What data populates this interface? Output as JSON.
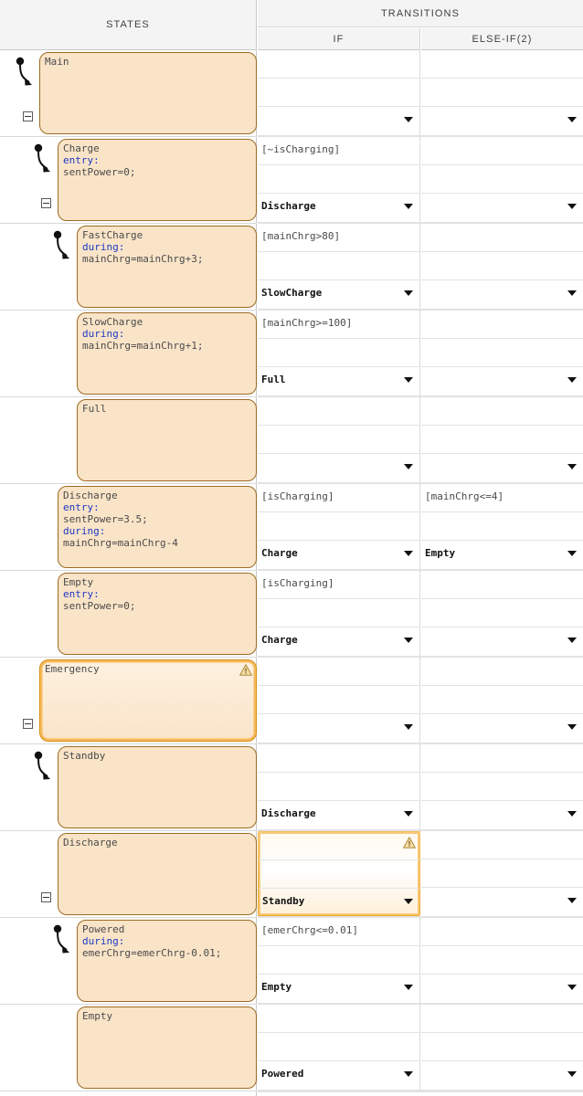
{
  "header": {
    "states_label": "STATES",
    "transitions_label": "TRANSITIONS",
    "if_label": "IF",
    "elseif_label": "ELSE-IF(2)"
  },
  "colors": {
    "state_fill": "#fae4c8",
    "state_border": "#9c6b24",
    "selected_border": "#eda424",
    "keyword": "#1b39c4",
    "header_bg": "#f4f4f4"
  },
  "icons": {
    "warning": "warning-triangle-icon",
    "collapse": "collapse-minus-icon",
    "default_transition": "default-transition-arrow-icon",
    "dropdown": "chevron-down-icon"
  },
  "rows": [
    {
      "name": "Main",
      "level": 1,
      "actions": [],
      "has_default_transition": true,
      "has_collapse": true,
      "selected": false,
      "warning": false,
      "transitions": {
        "if": {
          "condition": "",
          "action": "",
          "destination": "",
          "selected": false,
          "warning": false
        },
        "elseif": {
          "condition": "",
          "action": "",
          "destination": "",
          "selected": false,
          "warning": false
        }
      }
    },
    {
      "name": "Charge",
      "level": 2,
      "actions": [
        {
          "keyword": "entry:",
          "body": "sentPower=0;"
        }
      ],
      "has_default_transition": true,
      "has_collapse": true,
      "selected": false,
      "warning": false,
      "transitions": {
        "if": {
          "condition": "[~isCharging]",
          "action": "",
          "destination": "Discharge",
          "selected": false,
          "warning": false
        },
        "elseif": {
          "condition": "",
          "action": "",
          "destination": "",
          "selected": false,
          "warning": false
        }
      }
    },
    {
      "name": "FastCharge",
      "level": 3,
      "actions": [
        {
          "keyword": "during:",
          "body": "mainChrg=mainChrg+3;"
        }
      ],
      "has_default_transition": true,
      "has_collapse": false,
      "selected": false,
      "warning": false,
      "transitions": {
        "if": {
          "condition": "[mainChrg>80]",
          "action": "",
          "destination": "SlowCharge",
          "selected": false,
          "warning": false
        },
        "elseif": {
          "condition": "",
          "action": "",
          "destination": "",
          "selected": false,
          "warning": false
        }
      }
    },
    {
      "name": "SlowCharge",
      "level": 3,
      "actions": [
        {
          "keyword": "during:",
          "body": "mainChrg=mainChrg+1;"
        }
      ],
      "has_default_transition": false,
      "has_collapse": false,
      "selected": false,
      "warning": false,
      "transitions": {
        "if": {
          "condition": "[mainChrg>=100]",
          "action": "",
          "destination": "Full",
          "selected": false,
          "warning": false
        },
        "elseif": {
          "condition": "",
          "action": "",
          "destination": "",
          "selected": false,
          "warning": false
        }
      }
    },
    {
      "name": "Full",
      "level": 3,
      "actions": [],
      "has_default_transition": false,
      "has_collapse": false,
      "selected": false,
      "warning": false,
      "transitions": {
        "if": {
          "condition": "",
          "action": "",
          "destination": "",
          "selected": false,
          "warning": false
        },
        "elseif": {
          "condition": "",
          "action": "",
          "destination": "",
          "selected": false,
          "warning": false
        }
      }
    },
    {
      "name": "Discharge",
      "level": 2,
      "actions": [
        {
          "keyword": "entry:",
          "body": "sentPower=3.5;"
        },
        {
          "keyword": "during:",
          "body": "mainChrg=mainChrg-4"
        }
      ],
      "has_default_transition": false,
      "has_collapse": false,
      "selected": false,
      "warning": false,
      "transitions": {
        "if": {
          "condition": "[isCharging]",
          "action": "",
          "destination": "Charge",
          "selected": false,
          "warning": false
        },
        "elseif": {
          "condition": "[mainChrg<=4]",
          "action": "",
          "destination": "Empty",
          "selected": false,
          "warning": false
        }
      }
    },
    {
      "name": "Empty",
      "level": 2,
      "actions": [
        {
          "keyword": "entry:",
          "body": "sentPower=0;"
        }
      ],
      "has_default_transition": false,
      "has_collapse": false,
      "selected": false,
      "warning": false,
      "transitions": {
        "if": {
          "condition": "[isCharging]",
          "action": "",
          "destination": "Charge",
          "selected": false,
          "warning": false
        },
        "elseif": {
          "condition": "",
          "action": "",
          "destination": "",
          "selected": false,
          "warning": false
        }
      }
    },
    {
      "name": "Emergency",
      "level": 1,
      "actions": [],
      "has_default_transition": false,
      "has_collapse": true,
      "selected": true,
      "warning": true,
      "transitions": {
        "if": {
          "condition": "",
          "action": "",
          "destination": "",
          "selected": false,
          "warning": false
        },
        "elseif": {
          "condition": "",
          "action": "",
          "destination": "",
          "selected": false,
          "warning": false
        }
      }
    },
    {
      "name": "Standby",
      "level": 2,
      "actions": [],
      "has_default_transition": true,
      "has_collapse": false,
      "selected": false,
      "warning": false,
      "transitions": {
        "if": {
          "condition": "",
          "action": "",
          "destination": "Discharge",
          "selected": false,
          "warning": false
        },
        "elseif": {
          "condition": "",
          "action": "",
          "destination": "",
          "selected": false,
          "warning": false
        }
      }
    },
    {
      "name": "Discharge",
      "level": 2,
      "actions": [],
      "has_default_transition": false,
      "has_collapse": true,
      "selected": false,
      "warning": false,
      "transitions": {
        "if": {
          "condition": "",
          "action": "",
          "destination": "Standby",
          "selected": true,
          "warning": true
        },
        "elseif": {
          "condition": "",
          "action": "",
          "destination": "",
          "selected": false,
          "warning": false
        }
      }
    },
    {
      "name": "Powered",
      "level": 3,
      "actions": [
        {
          "keyword": "during:",
          "body": "emerChrg=emerChrg-0.01;"
        }
      ],
      "has_default_transition": true,
      "has_collapse": false,
      "selected": false,
      "warning": false,
      "transitions": {
        "if": {
          "condition": "[emerChrg<=0.01]",
          "action": "",
          "destination": "Empty",
          "selected": false,
          "warning": false
        },
        "elseif": {
          "condition": "",
          "action": "",
          "destination": "",
          "selected": false,
          "warning": false
        }
      }
    },
    {
      "name": "Empty",
      "level": 3,
      "actions": [],
      "has_default_transition": false,
      "has_collapse": false,
      "selected": false,
      "warning": false,
      "transitions": {
        "if": {
          "condition": "",
          "action": "",
          "destination": "Powered",
          "selected": false,
          "warning": false
        },
        "elseif": {
          "condition": "",
          "action": "",
          "destination": "",
          "selected": false,
          "warning": false
        }
      }
    }
  ]
}
